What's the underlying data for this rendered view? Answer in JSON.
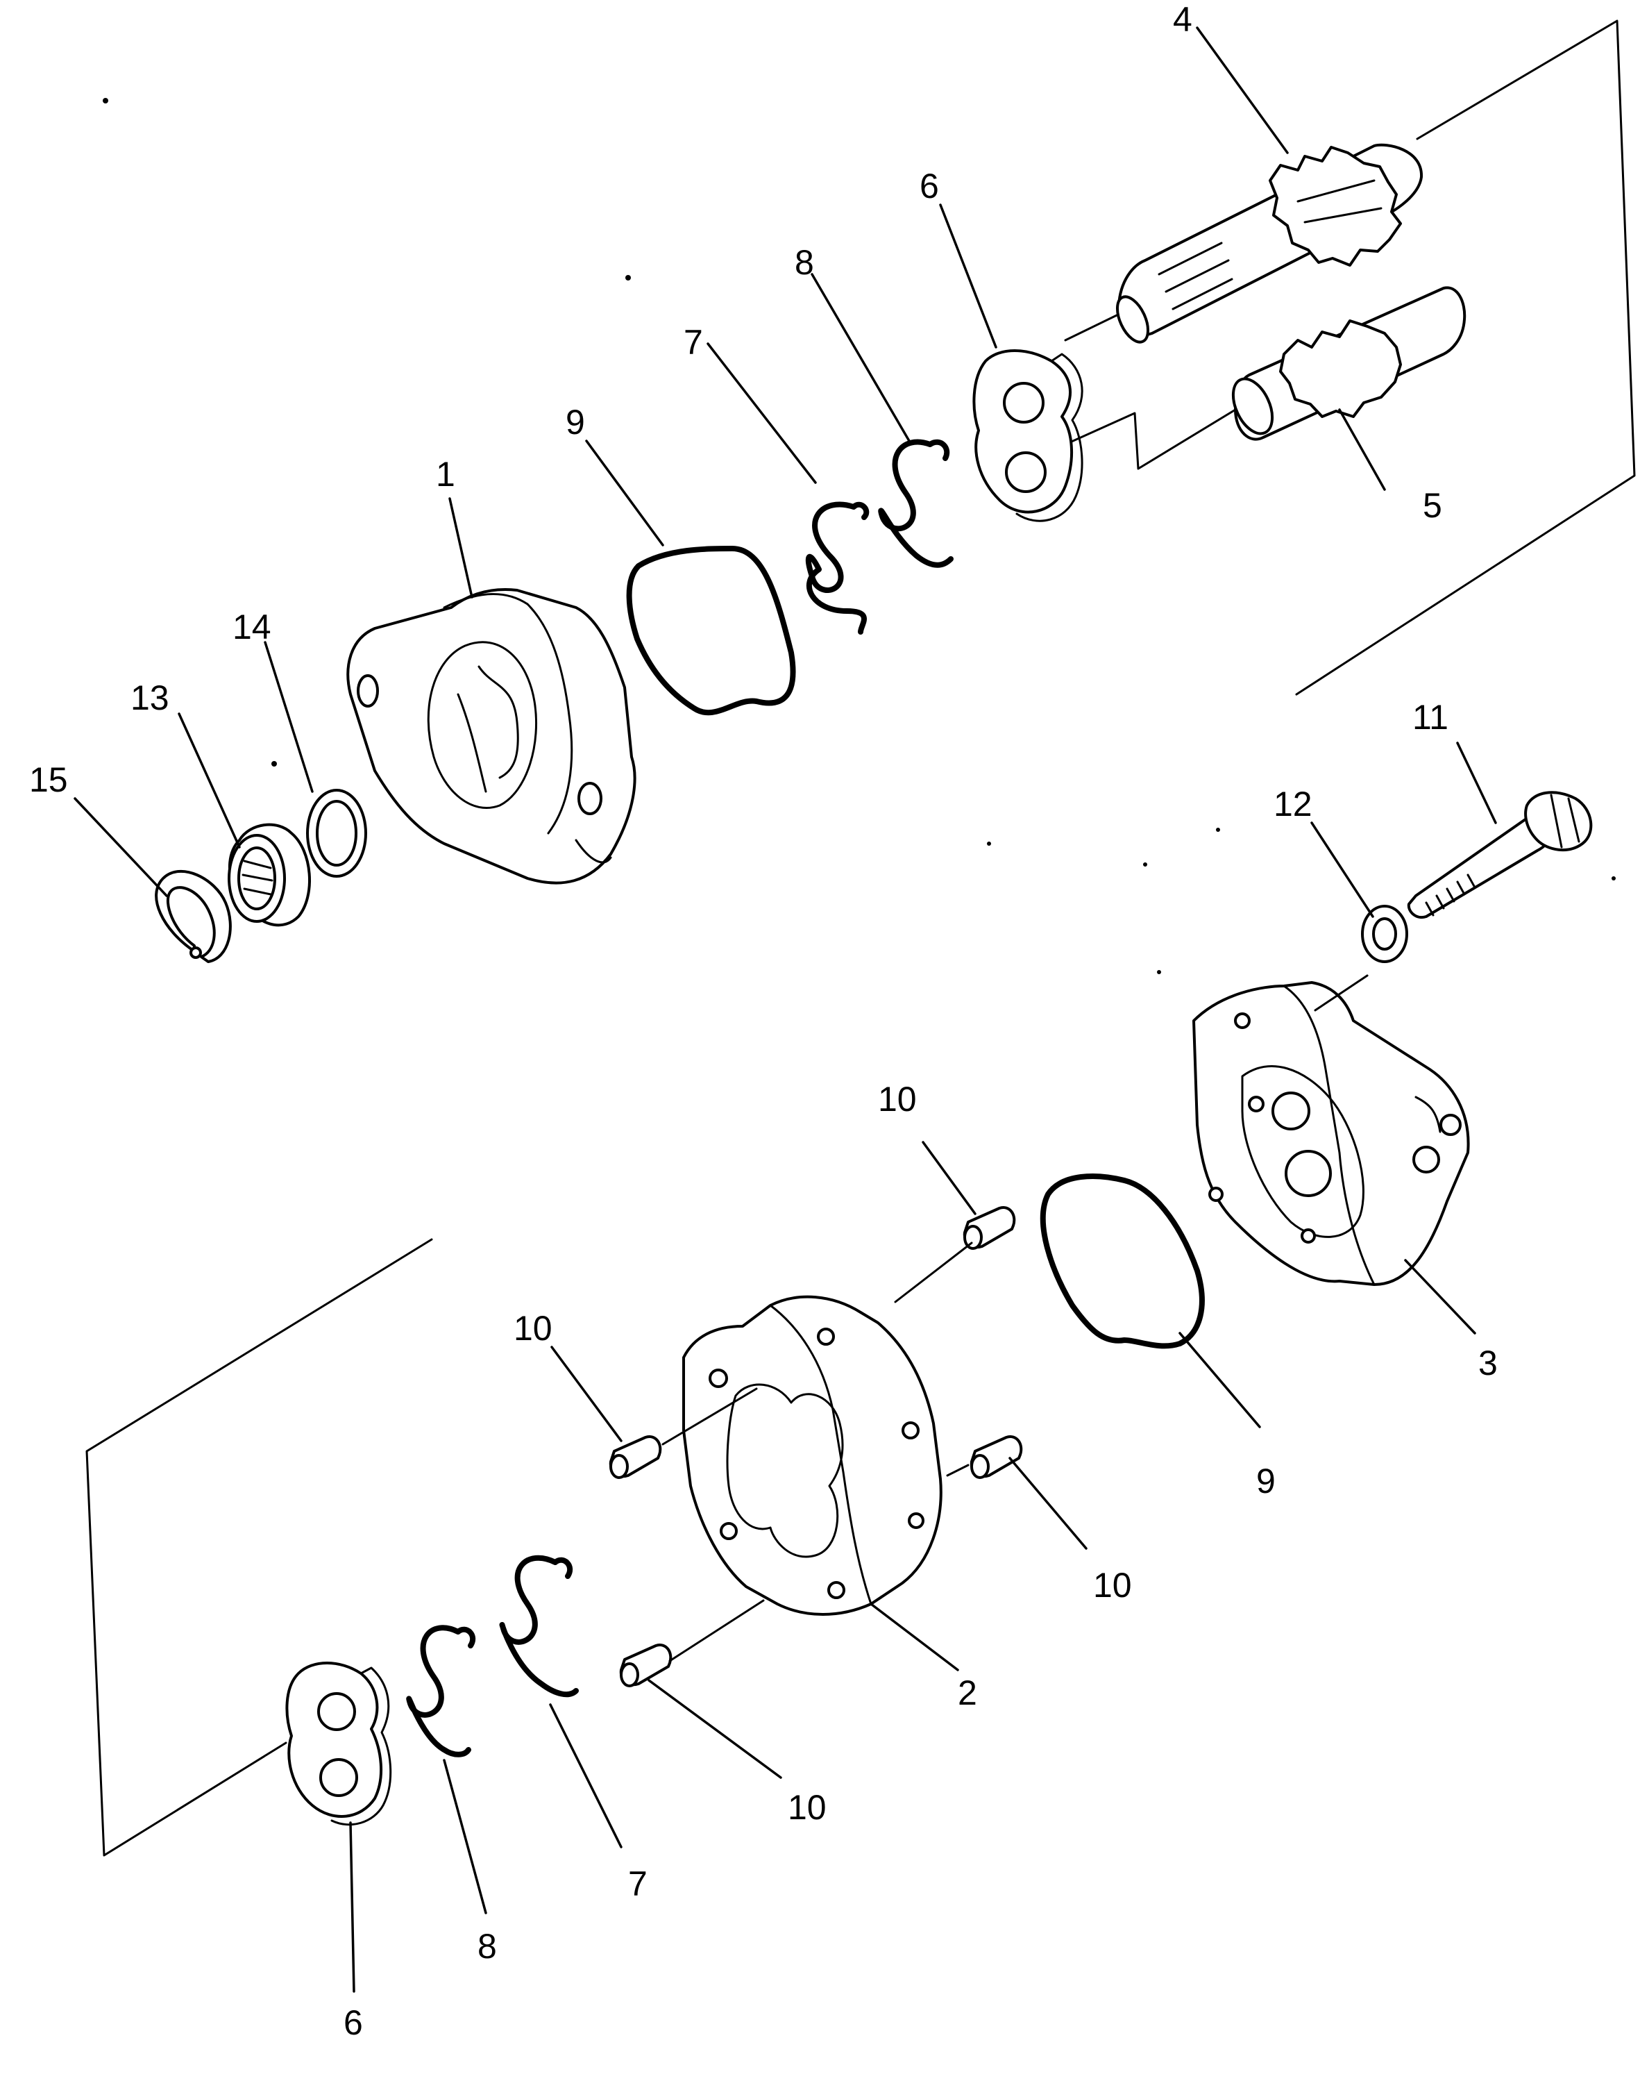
{
  "diagram": {
    "colors": {
      "ink": "#000000",
      "paper": "#ffffff"
    },
    "callouts": {
      "c1": "1",
      "c2": "2",
      "c3": "3",
      "c4": "4",
      "c5": "5",
      "c6a": "6",
      "c6b": "6",
      "c7a": "7",
      "c7b": "7",
      "c8a": "8",
      "c8b": "8",
      "c9a": "9",
      "c9b": "9",
      "c10a": "10",
      "c10b": "10",
      "c10c": "10",
      "c10d": "10",
      "c11": "11",
      "c12": "12",
      "c13": "13",
      "c14": "14",
      "c15": "15"
    }
  }
}
